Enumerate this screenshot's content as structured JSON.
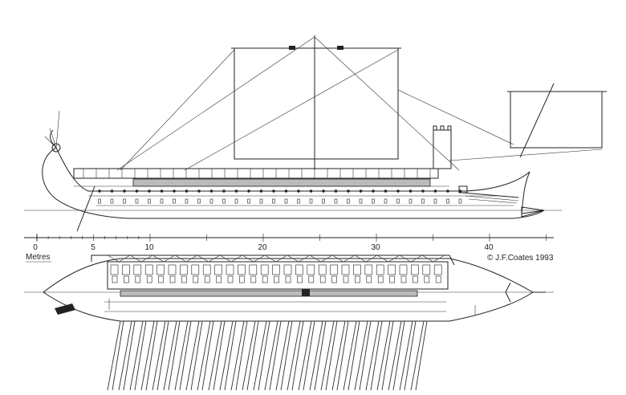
{
  "scale": {
    "ticks": [
      "0",
      "5",
      "10",
      "20",
      "30",
      "40"
    ],
    "unit_label": "Metres"
  },
  "copyright": "© J.F.Coates 1993",
  "colors": {
    "ink": "#222222",
    "paper": "#ffffff"
  }
}
